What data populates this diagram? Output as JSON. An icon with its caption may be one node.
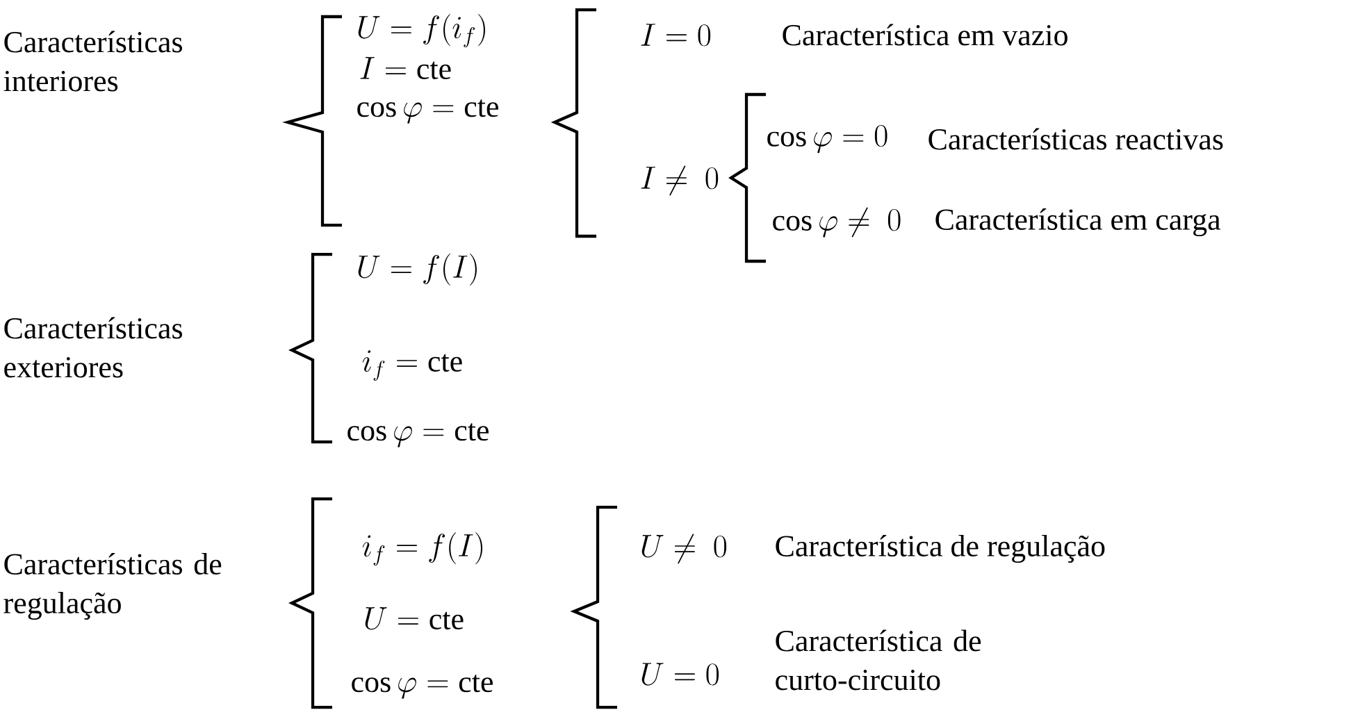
{
  "diagram": {
    "labels": [
      "Características interiores",
      "U=f(i_f)",
      "I=\\mathrm{cte}",
      "\\cos\\varphi=\\mathrm{cte}",
      "I=0",
      "Característica em vazio",
      "I\\neq\\ 0",
      "\\cos\\varphi=0",
      "Características reactivas",
      "\\cos\\varphi\\neq\\ 0",
      "Característica em carga",
      "Características exteriores",
      "U=f(I)",
      "i_f=\\mathrm{cte}",
      "\\cos\\varphi=\\mathrm{cte}",
      "Características de regulação",
      "i_f=f(I)",
      "U=\\mathrm{cte}",
      "\\cos\\varphi=\\mathrm{cte}",
      "U\\neq\\ 0",
      "Característica de regulação",
      "U=0",
      "Característica de curto-circuito"
    ]
  }
}
